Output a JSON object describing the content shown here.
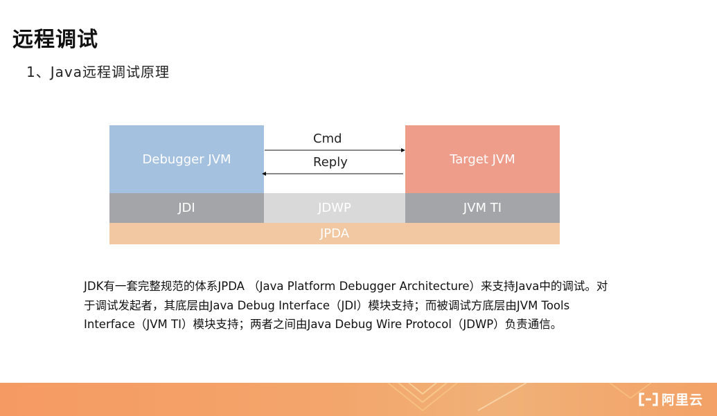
{
  "slide": {
    "title": "远程调试",
    "subtitle": "1、Java远程调试原理"
  },
  "diagram": {
    "debugger_jvm": "Debugger JVM",
    "target_jvm": "Target JVM",
    "cmd": "Cmd",
    "reply": "Reply",
    "jdi": "JDI",
    "jdwp": "JDWP",
    "jvm_ti": "JVM TI",
    "jpda": "JPDA",
    "colors": {
      "debugger_jvm": "#a5c1e0",
      "target_jvm": "#ee9d8b",
      "jdi": "#a3a5a8",
      "jdwp": "#d9d9d9",
      "jvm_ti": "#a3a5a8",
      "jpda": "#f2c8a2"
    }
  },
  "description": {
    "lines": [
      "JDK有一套完整规范的体系JPDA （Java Platform Debugger Architecture）来支持Java中的调试。对",
      "于调试发起者，其底层由Java Debug Interface（JDI）模块支持；而被调试方底层由JVM Tools",
      "Interface（JVM TI）模块支持；两者之间由Java Debug Wire Protocol（JDWP）负责通信。"
    ]
  },
  "footer": {
    "brand_icon": "alibaba-cloud-logo-icon",
    "brand_text": "阿里云",
    "accent_color": "#f59a62"
  }
}
